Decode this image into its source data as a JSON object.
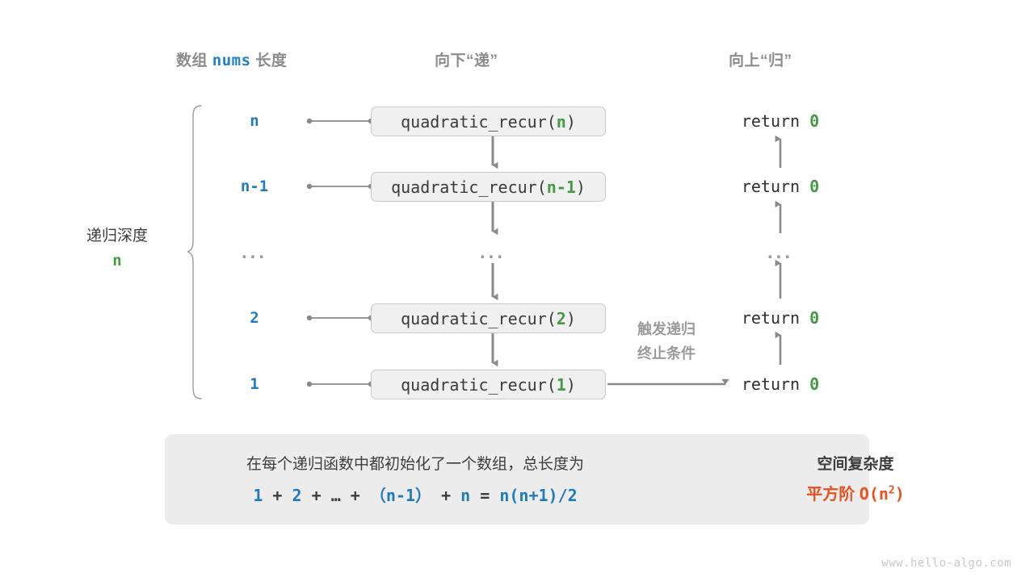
{
  "headers": {
    "left_prefix": "数组",
    "left_mono": "nums",
    "left_suffix": "长度",
    "middle": "向下“递”",
    "right": "向上“归”"
  },
  "depth_label": {
    "text": "递归深度",
    "value": "n"
  },
  "rows": [
    {
      "depth": "n",
      "call_prefix": "quadratic_recur(",
      "call_arg": "n",
      "call_suffix": ")",
      "return_text": "return",
      "return_value": "0"
    },
    {
      "depth": "n-1",
      "call_prefix": "quadratic_recur(",
      "call_arg": "n-1",
      "call_suffix": ")",
      "return_text": "return",
      "return_value": "0"
    },
    {
      "depth": "...",
      "call_prefix": "...",
      "call_arg": "",
      "call_suffix": "",
      "return_text": "...",
      "return_value": ""
    },
    {
      "depth": "2",
      "call_prefix": "quadratic_recur(",
      "call_arg": "2",
      "call_suffix": ")",
      "return_text": "return",
      "return_value": "0"
    },
    {
      "depth": "1",
      "call_prefix": "quadratic_recur(",
      "call_arg": "1",
      "call_suffix": ")",
      "return_text": "return",
      "return_value": "0"
    }
  ],
  "trigger_note": {
    "line1": "触发递归",
    "line2": "终止条件"
  },
  "summary": {
    "line1": "在每个递归函数中都初始化了一个数组，总长度为",
    "formula": {
      "t1": "1",
      "op1": "+",
      "t2": "2",
      "op2": "+",
      "t3": "…",
      "op3": "+",
      "t4": "（n-1）",
      "op4": "+",
      "t5": "n",
      "eq": "=",
      "t6": "n(n+1)/2"
    },
    "right_title": "空间复杂度",
    "right_value_label": "平方阶",
    "right_value_notation": "O(n",
    "right_value_exp": "2",
    "right_value_close": ")"
  },
  "watermark": "www.hello-algo.com",
  "colors": {
    "blue": "#1f7bc1",
    "green": "#449944",
    "orange": "#e8521e",
    "gray_text": "#8c8c8c",
    "arrow": "#8a8a8a",
    "box_fill": "#f0f0f0",
    "box_border": "#c9c9c9",
    "panel_fill": "#ececec"
  }
}
